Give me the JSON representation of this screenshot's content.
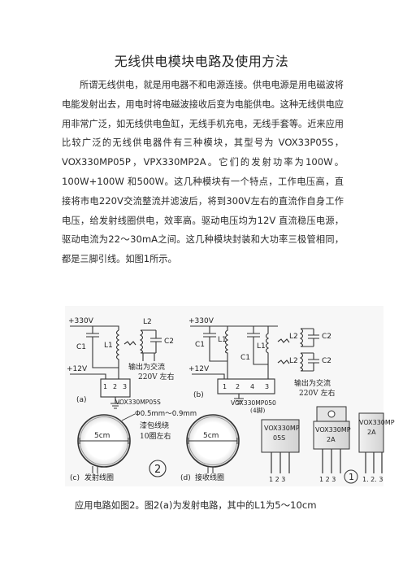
{
  "document": {
    "title": "无线供电模块电路及使用方法",
    "paragraph": [
      {
        "t": "所谓无线供电，就是用电器不和电源连接。供电电源是用电磁波将电能发射出去，用电时将电磁波接收后变为电能供电。这种无线供电应用非常广泛，如无线供电鱼缸，无线手机充电，无线手套等。近来应用比较广泛的无线供电器件有三种模块，其型号为 "
      },
      {
        "t": "VOX33P05S",
        "latin": true
      },
      {
        "t": "，"
      },
      {
        "t": "VOX330MP05P",
        "latin": true
      },
      {
        "t": "，"
      },
      {
        "t": "VPX330MP2A",
        "latin": true
      },
      {
        "t": "。它们的发射功率为"
      },
      {
        "t": "100W",
        "latin": true
      },
      {
        "t": "。"
      },
      {
        "t": "100W+100W",
        "latin": true
      },
      {
        "t": " 和"
      },
      {
        "t": "500W",
        "latin": true
      },
      {
        "t": "。这几种模块有一个特点，工作电压高，直接将市电"
      },
      {
        "t": "220V",
        "latin": true
      },
      {
        "t": "交流整流并滤波后，将到"
      },
      {
        "t": "300V",
        "latin": true
      },
      {
        "t": "左右的直流作自身工作电压，给发射线圈供电，效率高。驱动电压均为"
      },
      {
        "t": "12V",
        "latin": true
      },
      {
        "t": " 直流稳压电源，驱动电流为"
      },
      {
        "t": "22～30mA",
        "latin": true
      },
      {
        "t": "之间。这几种模块封装和大功率三极管相同，都是三脚引线。如图"
      },
      {
        "t": "1",
        "latin": true
      },
      {
        "t": "所示。"
      }
    ],
    "caption": [
      {
        "t": "应用电路如图"
      },
      {
        "t": "2",
        "latin": true
      },
      {
        "t": "。图"
      },
      {
        "t": "2(a)",
        "latin": true
      },
      {
        "t": "为发射电路，其中的"
      },
      {
        "t": "L1",
        "latin": true
      },
      {
        "t": "为"
      },
      {
        "t": "5～10cm",
        "latin": true
      }
    ]
  },
  "figure": {
    "a": {
      "supply_hv": "+330V",
      "c1": "C1",
      "l1": "L1",
      "l2": "L2",
      "c2": "C2",
      "output_line1": "输出为交流",
      "output_line2": "220V 左右",
      "supply_lv": "+12V",
      "pins": [
        "1",
        "2",
        "3"
      ],
      "sub_label": "(a)",
      "model": "VOX330MP05S"
    },
    "b": {
      "supply_hv": "+330V",
      "c1_top": "C1",
      "l1_top": "L1",
      "c1_bottom": "C1",
      "l1_bottom": "L1",
      "l2_top": "L2",
      "c2_top": "C2",
      "l2_bottom": "L2",
      "c2_bottom": "C2",
      "output_line1": "输出为交流",
      "output_line2": "220V 左右",
      "supply_lv": "+12V",
      "pins": [
        "1",
        "2",
        "4",
        "3"
      ],
      "sub_label": "(b)",
      "model": "VOX330MP050",
      "model_note": "(4脚)"
    },
    "c": {
      "diameter": "5cm",
      "wire_spec": "Φ0.5mm～0.9mm",
      "wire_note1": "漆包线绕",
      "wire_note2": "10圈左右",
      "sub_label": "(c)",
      "name": "发射线圈"
    },
    "fig2_number": "2",
    "d": {
      "diameter": "5cm",
      "sub_label": "(d)",
      "name": "接收线圈"
    },
    "fig1": {
      "pkg1_line1": "VOX330MP",
      "pkg1_line2": "05S",
      "pkg2_line1": "VOX330MP",
      "pkg2_line2": "2A",
      "pkg3_line1": "VOX330MP",
      "pkg3_line2": "2A",
      "pins_1": "1 2 3",
      "pins_2": "1 2 3",
      "pins_3": "1. 2. 3",
      "number": "1"
    }
  }
}
